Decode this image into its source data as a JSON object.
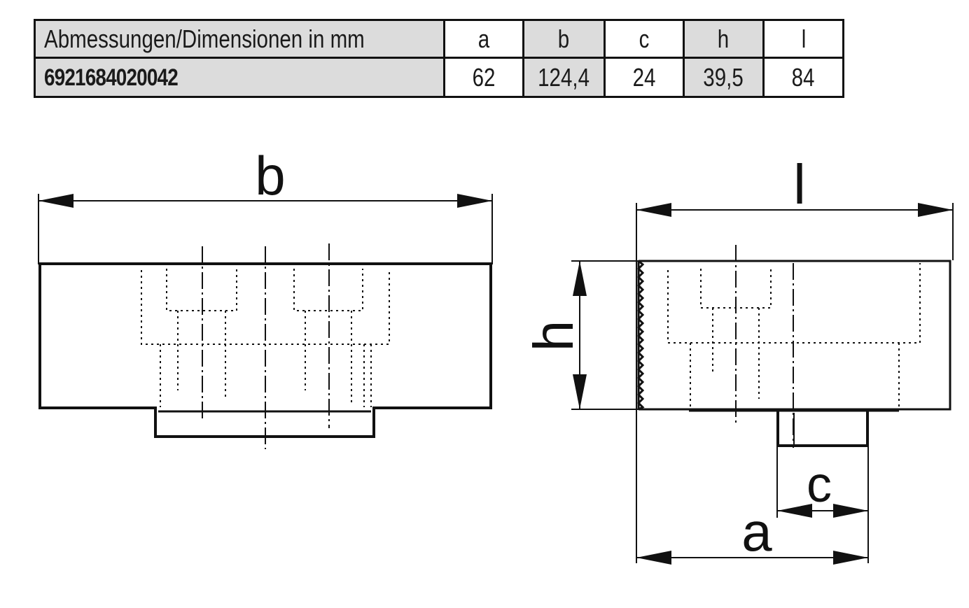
{
  "table": {
    "header_label": "Abmessungen/Dimensionen in mm",
    "columns": [
      "a",
      "b",
      "c",
      "h",
      "l"
    ],
    "part_number": "6921684020042",
    "values": [
      "62",
      "124,4",
      "24",
      "39,5",
      "84"
    ]
  },
  "drawing": {
    "labels": {
      "b": "b",
      "l": "l",
      "h": "h",
      "c": "c",
      "a": "a"
    }
  },
  "colors": {
    "line": "#111111",
    "header_grey": "#dcdcdc"
  }
}
